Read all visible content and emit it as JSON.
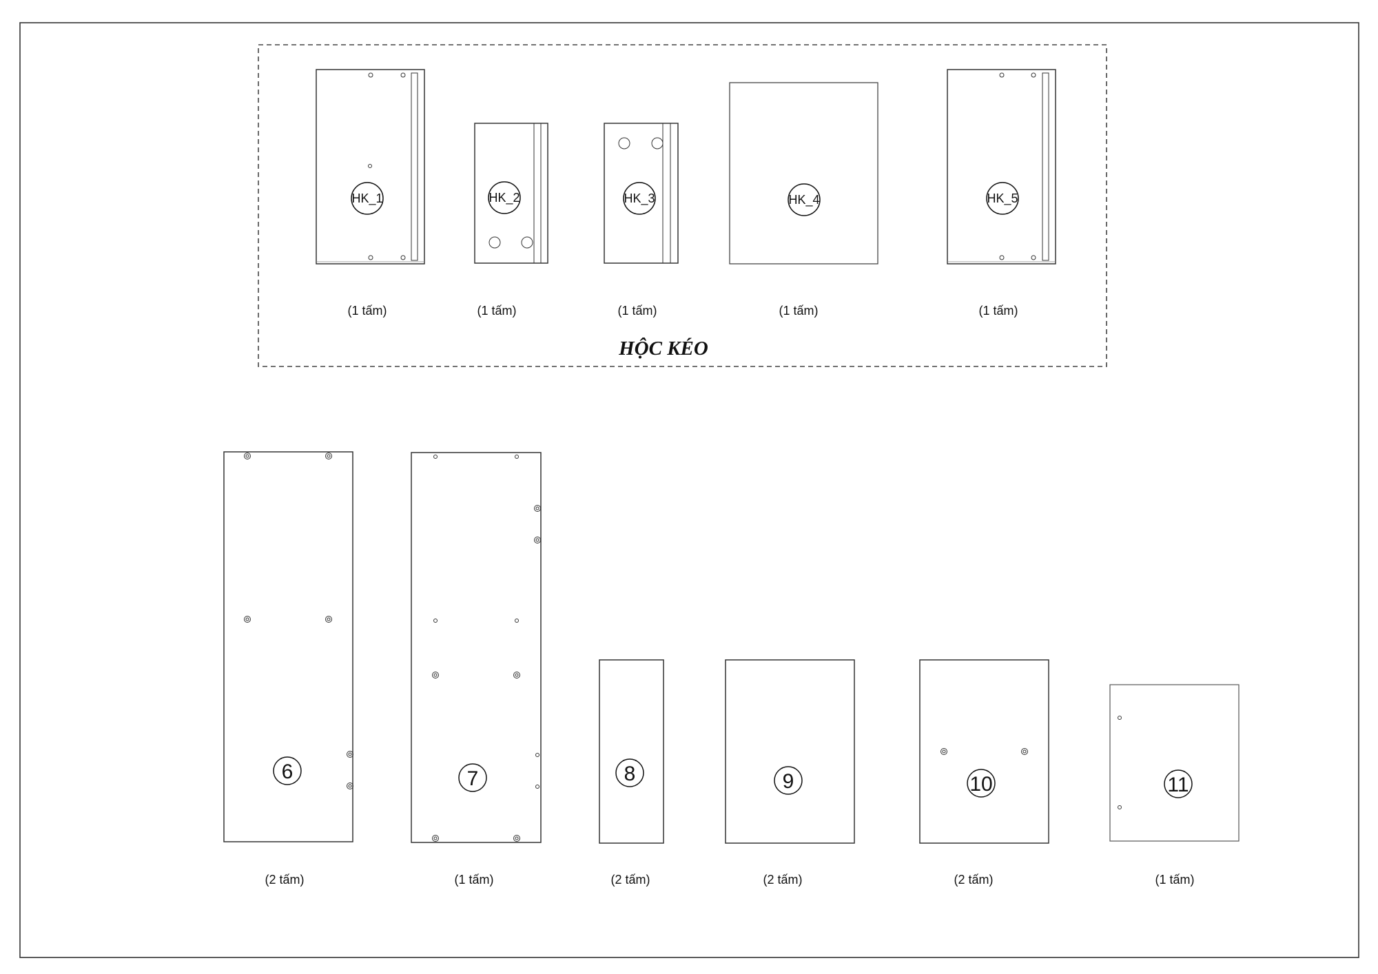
{
  "drawer_group": {
    "title": "HỘC KÉO",
    "parts": [
      {
        "id": "HK_1",
        "qty": "(1 tấm)"
      },
      {
        "id": "HK_2",
        "qty": "(1 tấm)"
      },
      {
        "id": "HK_3",
        "qty": "(1 tấm)"
      },
      {
        "id": "HK_4",
        "qty": "(1 tấm)"
      },
      {
        "id": "HK_5",
        "qty": "(1 tấm)"
      }
    ]
  },
  "panels": [
    {
      "id": "6",
      "qty": "(2 tấm)"
    },
    {
      "id": "7",
      "qty": "(1 tấm)"
    },
    {
      "id": "8",
      "qty": "(2 tấm)"
    },
    {
      "id": "9",
      "qty": "(2 tấm)"
    },
    {
      "id": "10",
      "qty": "(2 tấm)"
    },
    {
      "id": "11",
      "qty": "(1 tấm)"
    }
  ]
}
